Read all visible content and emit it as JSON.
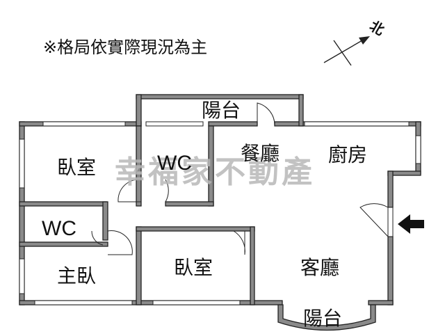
{
  "note": "※格局依實際現況為主",
  "compass": {
    "label": "北"
  },
  "watermark": "幸福家不動產",
  "rooms": {
    "balcony_top": "陽台",
    "bedroom_top": "臥室",
    "wc_top": "WC",
    "dining": "餐廳",
    "kitchen": "廚房",
    "wc_left": "WC",
    "bedroom_mid": "臥室",
    "living": "客廳",
    "master": "主臥",
    "balcony_bottom": "陽台"
  },
  "colors": {
    "wall": "#8a8a8a",
    "outline": "#222222",
    "watermark": "#b8b8b8",
    "arrow": "#111111"
  },
  "icons": {
    "entrance": "arrow-left-icon",
    "north": "compass-north-icon"
  }
}
